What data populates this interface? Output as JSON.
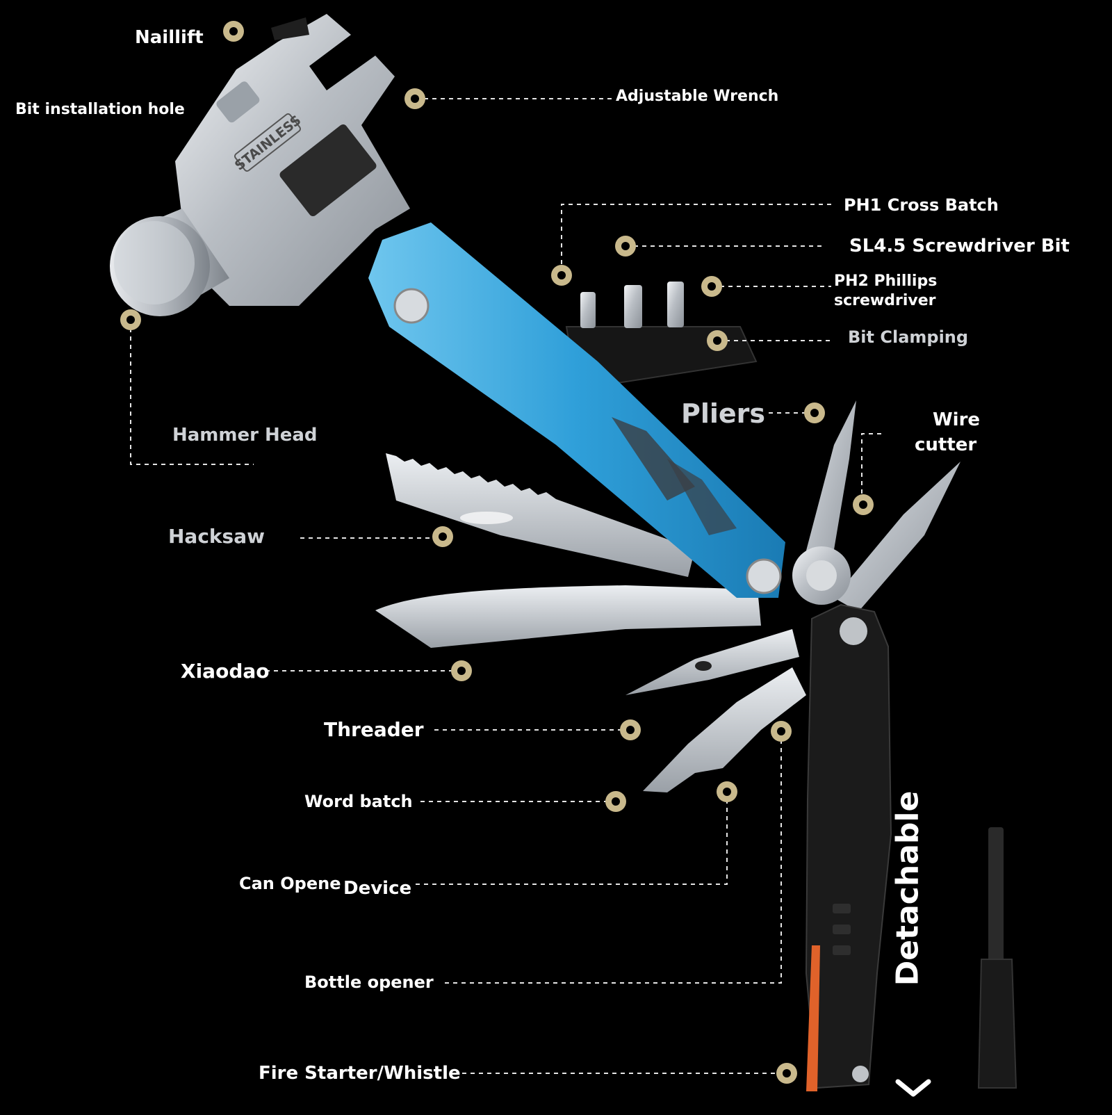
{
  "labels": {
    "naillift": "Naillift",
    "bit_installation_hole": "Bit installation hole",
    "adjustable_wrench": "Adjustable Wrench",
    "ph1_cross_batch": "PH1 Cross Batch",
    "sl45_screwdriver_bit": "SL4.5 Screwdriver Bit",
    "ph2_phillips_line1": "PH2 Phillips",
    "ph2_phillips_line2": "screwdriver",
    "bit_clamping": "Bit Clamping",
    "pliers": "Pliers",
    "wire_cutter_line1": "Wire",
    "wire_cutter_line2": "cutter",
    "hammer_head": "Hammer Head",
    "hacksaw": "Hacksaw",
    "xiaodao": "Xiaodao",
    "threader": "Threader",
    "word_batch": "Word batch",
    "can_opener": "Can Opene",
    "device": "Device",
    "bottle_opener": "Bottle opener",
    "fire_starter_whistle": "Fire Starter/Whistle",
    "detachable": "Detachable"
  },
  "handle_engraving": "STAINLESS",
  "colors": {
    "background": "#000000",
    "marker_gold": "#c9b98c",
    "handle_blue": "#2f9fd9",
    "handle_black": "#1b1b1b",
    "steel": "#c8ccd1",
    "accent_orange": "#e0622a"
  },
  "icons": [
    "chevron-down-icon"
  ]
}
